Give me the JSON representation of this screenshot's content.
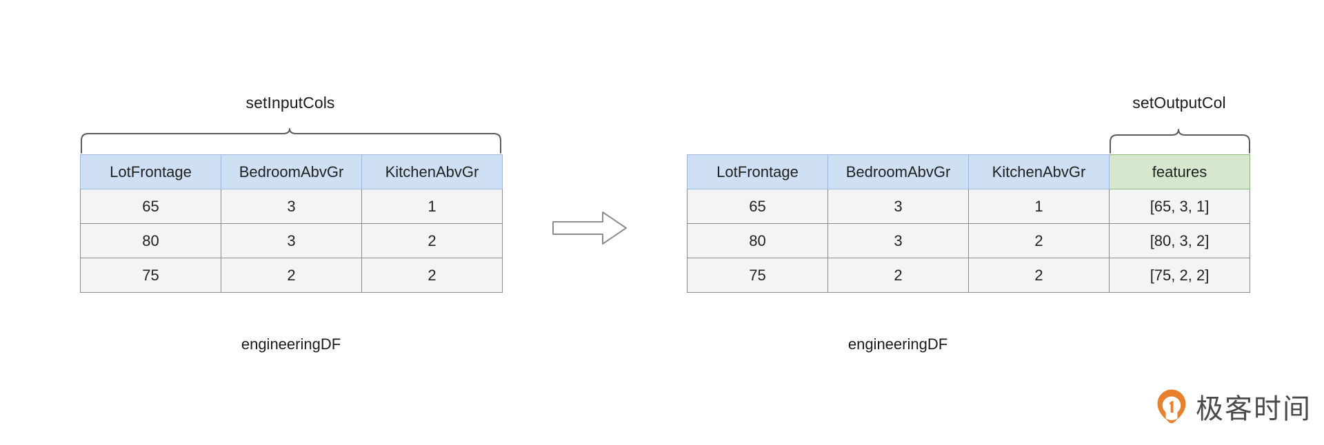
{
  "diagram": {
    "left": {
      "brace_label": "setInputCols",
      "table_caption": "engineeringDF",
      "columns": [
        "LotFrontage",
        "BedroomAbvGr",
        "KitchenAbvGr"
      ],
      "rows": [
        [
          "65",
          "3",
          "1"
        ],
        [
          "80",
          "3",
          "2"
        ],
        [
          "75",
          "2",
          "2"
        ]
      ]
    },
    "right": {
      "brace_label": "setOutputCol",
      "table_caption": "engineeringDF",
      "columns": [
        "LotFrontage",
        "BedroomAbvGr",
        "KitchenAbvGr",
        "features"
      ],
      "rows": [
        [
          "65",
          "3",
          "1",
          "[65, 3, 1]"
        ],
        [
          "80",
          "3",
          "2",
          "[80, 3, 2]"
        ],
        [
          "75",
          "2",
          "2",
          "[75, 2, 2]"
        ]
      ]
    },
    "transform_arrow": "arrow-right-icon"
  },
  "watermark": {
    "text": "极客时间",
    "mark": "geektime-pin-icon"
  },
  "colors": {
    "header_blue": "#cfe0f5",
    "header_blue_border": "#9db8dd",
    "header_green": "#d6e7cd",
    "header_green_border": "#8fb97a",
    "cell_bg": "#f4f4f4",
    "cell_border": "#8a8a8a",
    "brace_stroke": "#5a5a5a",
    "arrow_stroke": "#8c8c8c",
    "logo_orange": "#e8802f",
    "logo_gray": "#4a4a4a"
  }
}
